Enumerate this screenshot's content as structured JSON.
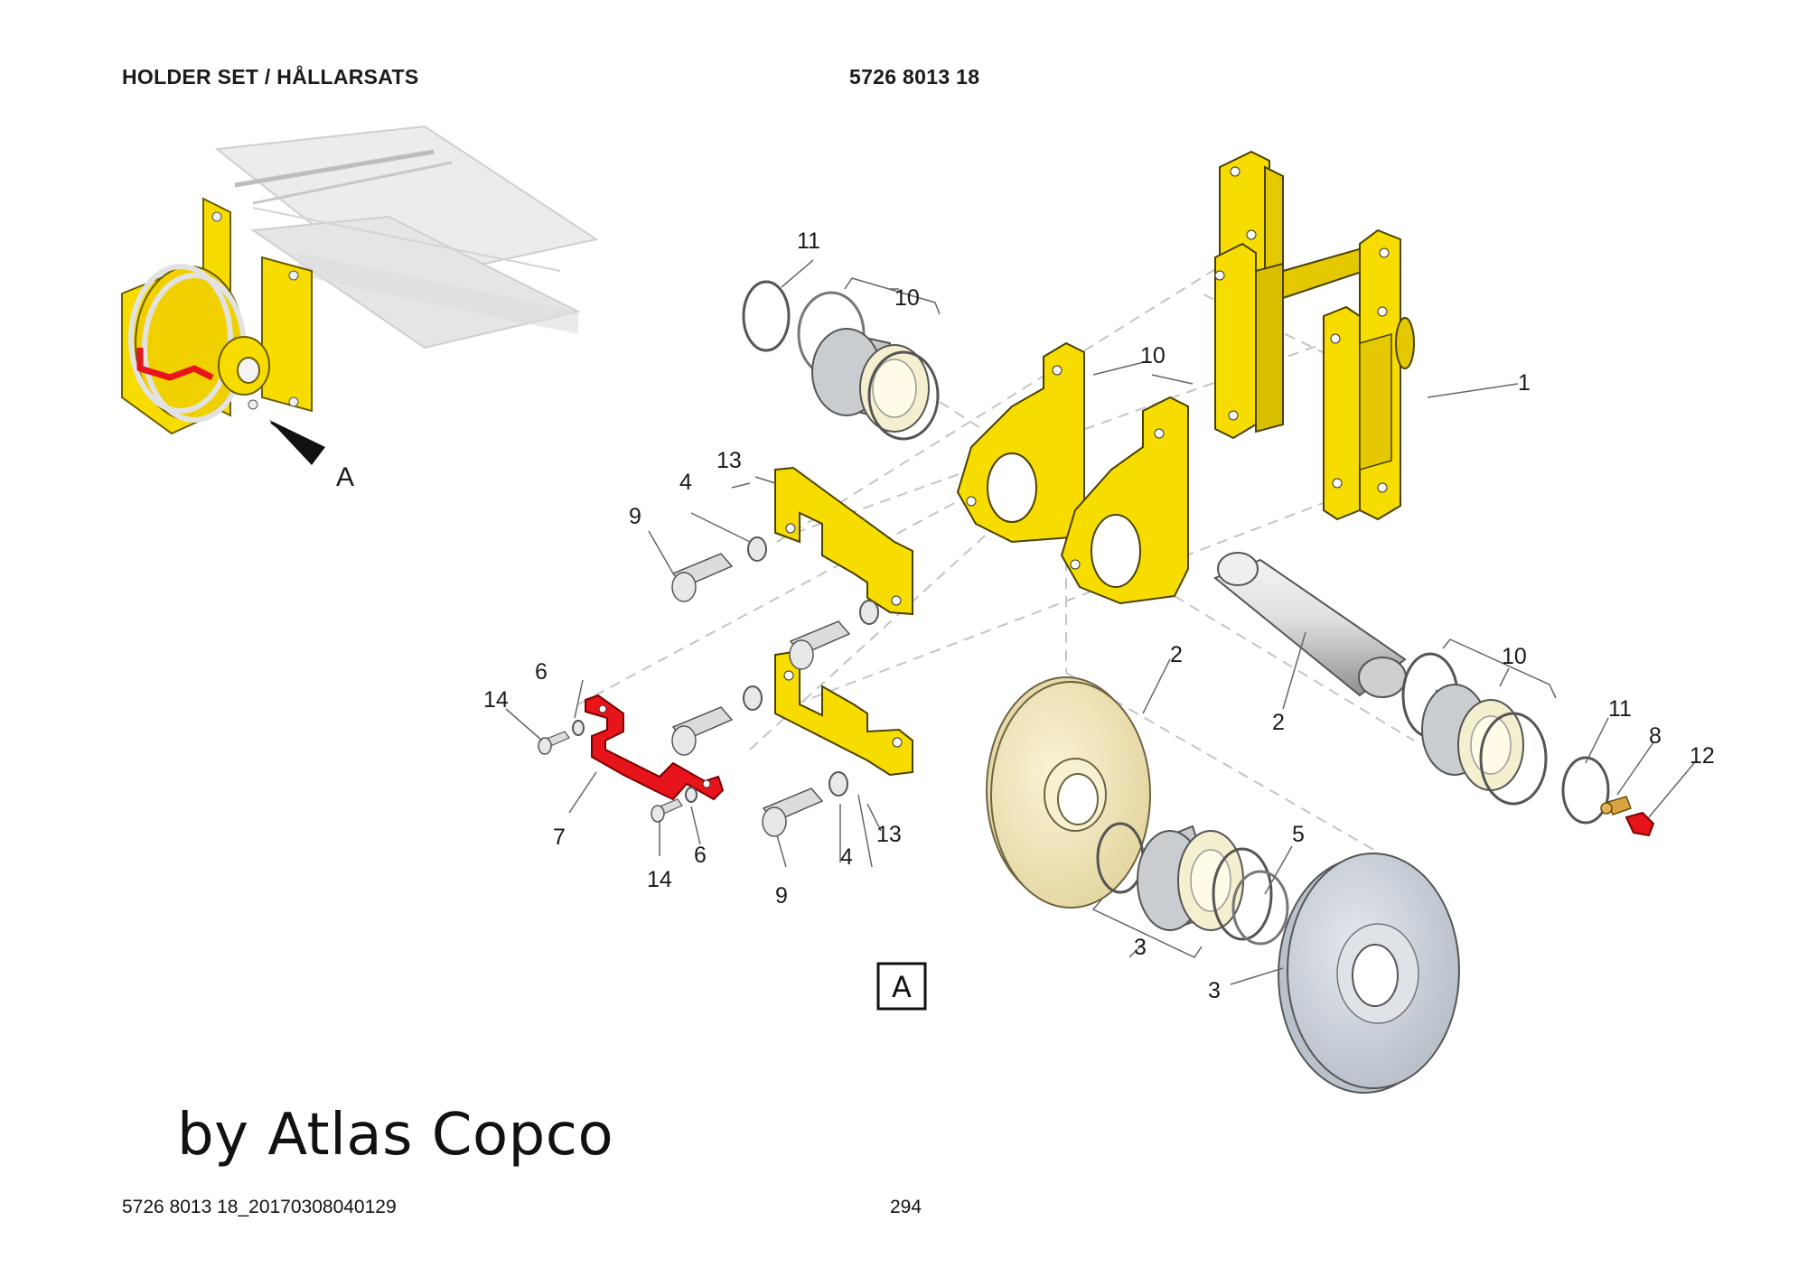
{
  "header": {
    "title": "HOLDER SET / HÅLLARSATS",
    "part_number": "5726 8013 18"
  },
  "diagram": {
    "view_letter": "A",
    "overview_callout": "A",
    "callouts": {
      "c1": "1",
      "c2a": "2",
      "c2b": "2",
      "c3a": "3",
      "c3b": "3",
      "c4a": "4",
      "c4b": "4",
      "c5": "5",
      "c6a": "6",
      "c6b": "6",
      "c7": "7",
      "c8": "8",
      "c9a": "9",
      "c9b": "9",
      "c10a": "10",
      "c10b": "10",
      "c10c": "10",
      "c11a": "11",
      "c11b": "11",
      "c12": "12",
      "c13a": "13",
      "c13b": "13",
      "c14a": "14",
      "c14b": "14"
    },
    "colors": {
      "yellow_part": "#f7dc00",
      "red_part": "#e8141c",
      "bushing_grey": "#c9cdd0",
      "wheel_cream": "#f1e6b8",
      "wheel_grey": "#cfd5dc",
      "leader": "#555555"
    }
  },
  "watermark": "by Atlas Copco",
  "footer": {
    "doc_id": "5726 8013 18_20170308040129",
    "page_number": "294"
  }
}
